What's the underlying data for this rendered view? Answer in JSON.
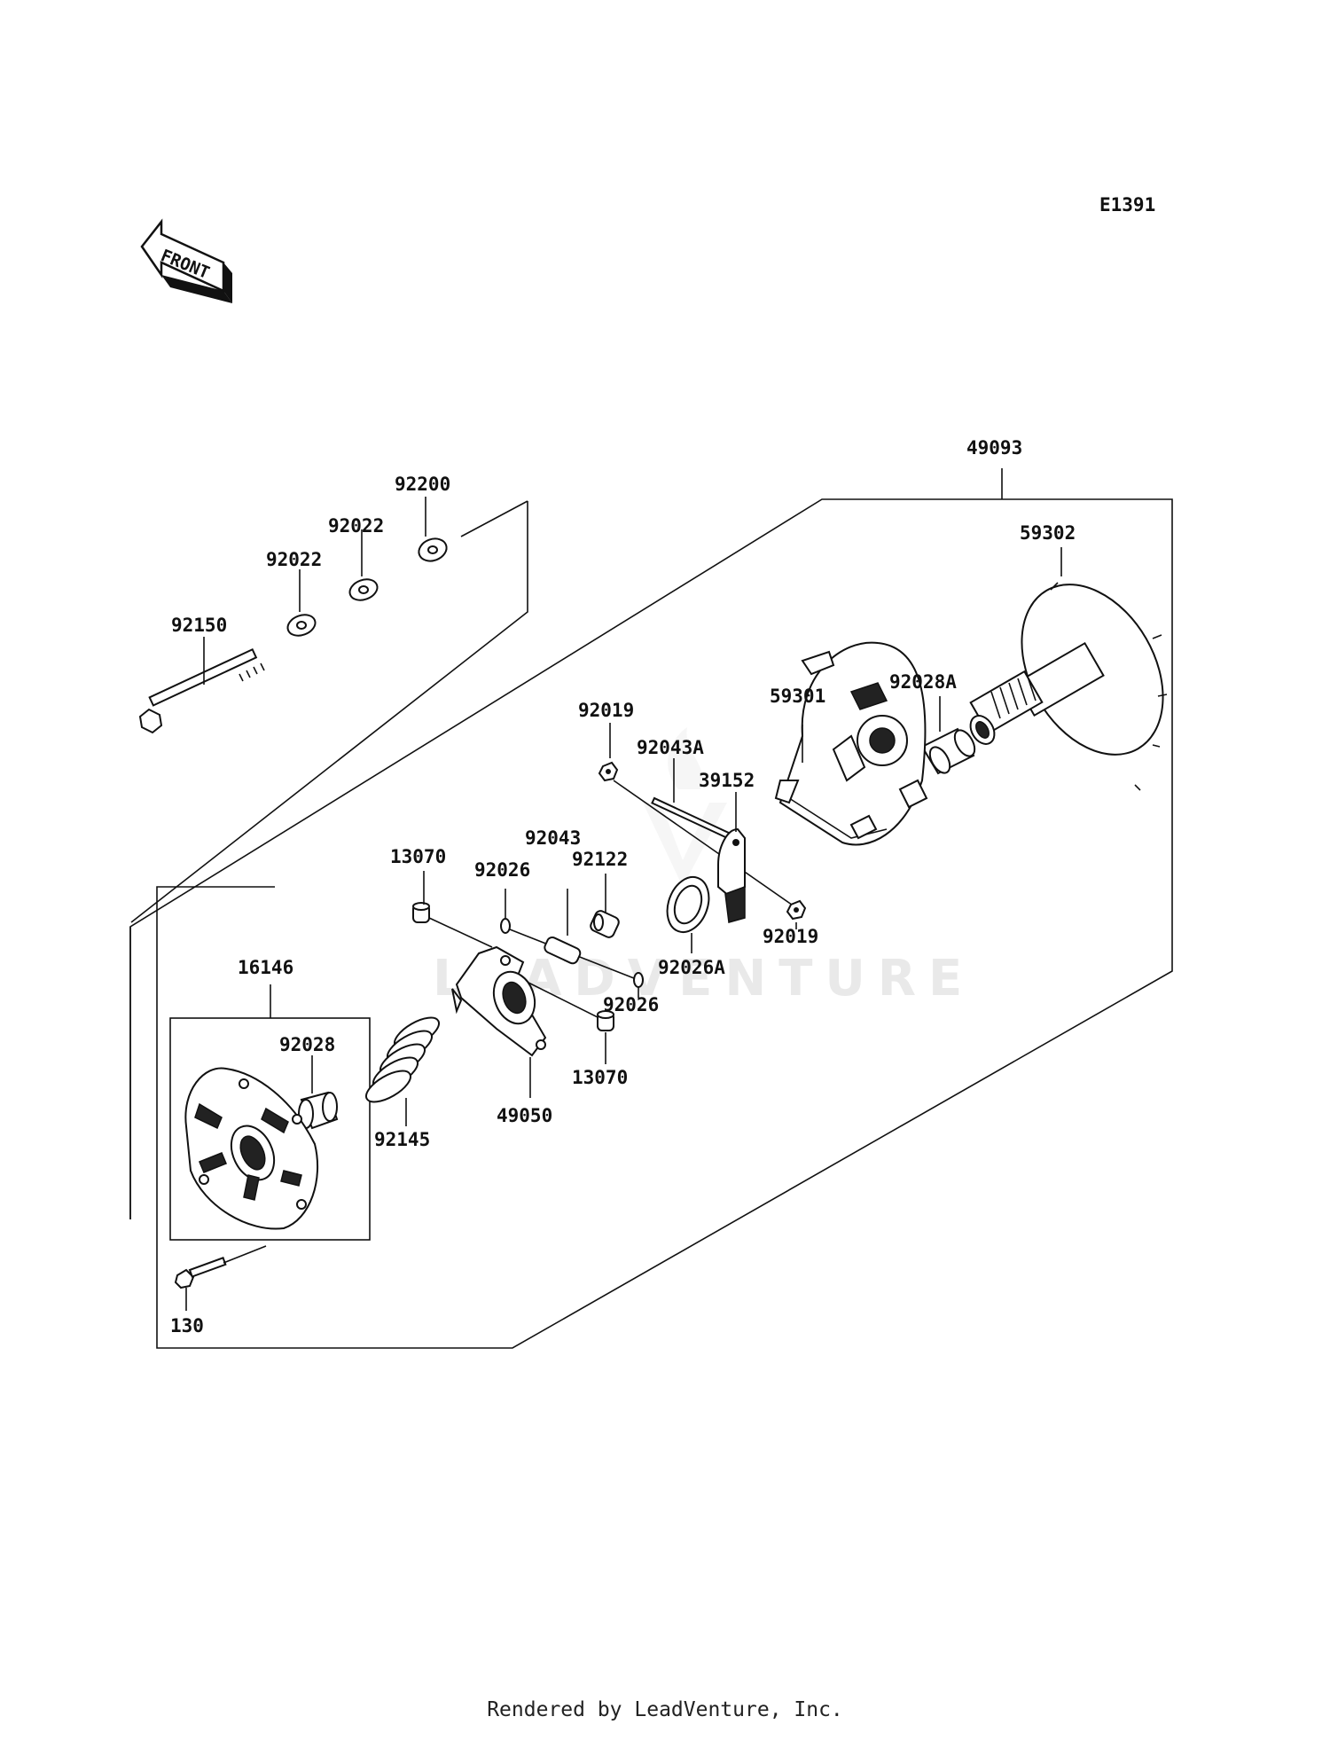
{
  "diagram": {
    "code": "E1391",
    "front_label": "FRONT",
    "watermark": "LEADVENTURE",
    "parts": {
      "p49093": "49093",
      "p59302": "59302",
      "p92028A": "92028A",
      "p59301": "59301",
      "p92019a": "92019",
      "p92043A": "92043A",
      "p39152": "39152",
      "p92019b": "92019",
      "p92026a": "92026",
      "p92043": "92043",
      "p92122": "92122",
      "p92026A": "92026A",
      "p92026b": "92026",
      "p13070a": "13070",
      "p13070b": "13070",
      "p49050": "49050",
      "p92145": "92145",
      "p16146": "16146",
      "p92028": "92028",
      "p130": "130",
      "p92200": "92200",
      "p92022a": "92022",
      "p92022b": "92022",
      "p92150": "92150"
    }
  },
  "footer": {
    "text": "Rendered by LeadVenture, Inc."
  }
}
